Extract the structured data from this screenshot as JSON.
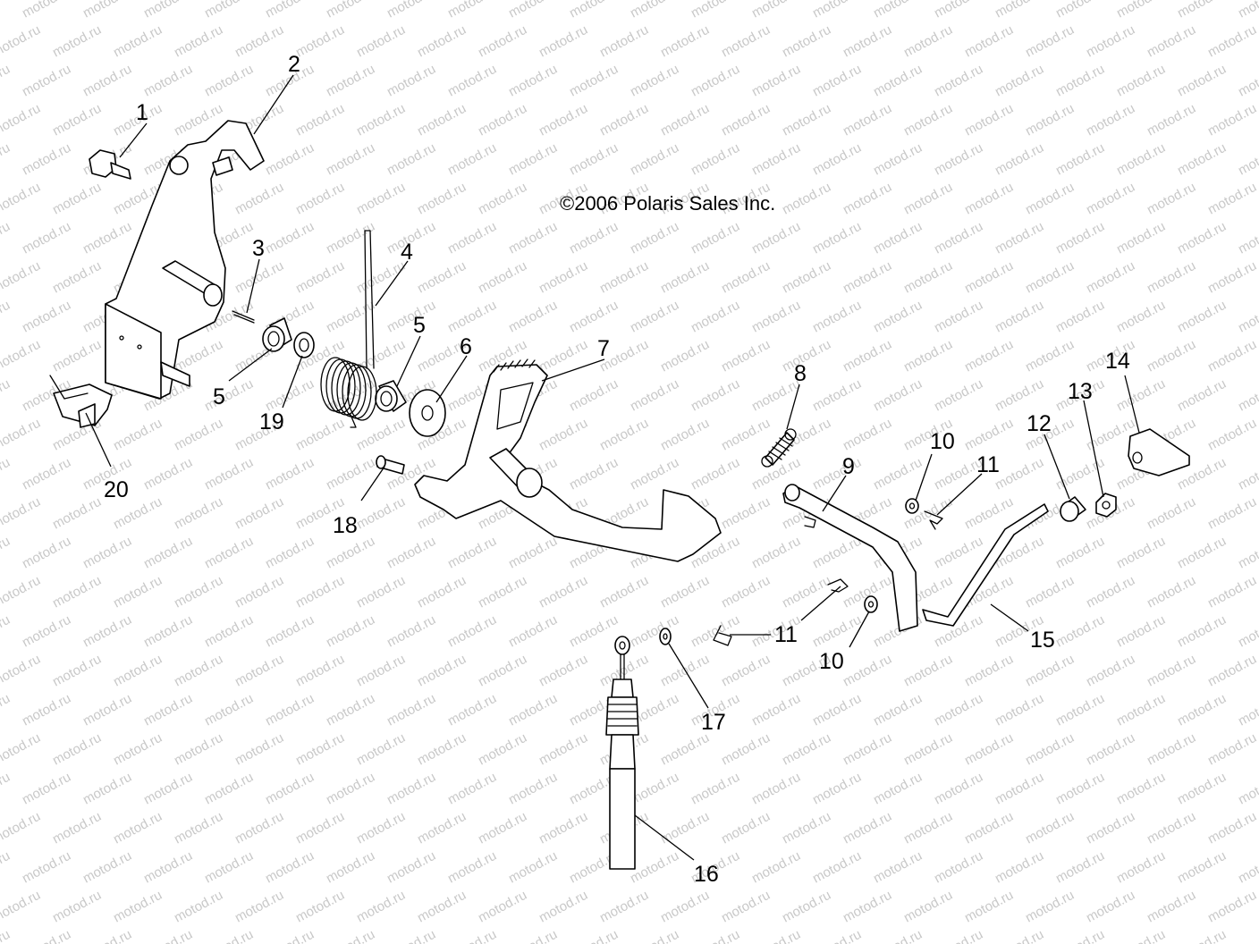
{
  "watermark": "motod.ru",
  "copyright": "©2006 Polaris Sales Inc.",
  "callouts": [
    "1",
    "2",
    "3",
    "4",
    "5",
    "5",
    "19",
    "5",
    "6",
    "7",
    "8",
    "9",
    "10",
    "11",
    "12",
    "13",
    "14",
    "20",
    "18",
    "11",
    "10",
    "15",
    "17",
    "16"
  ]
}
